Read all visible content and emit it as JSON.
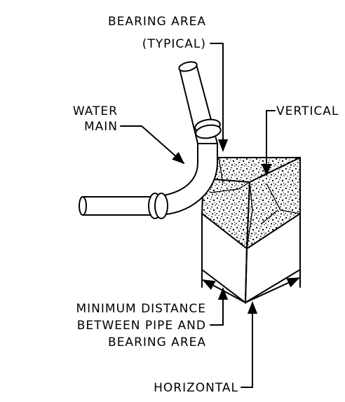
{
  "labels": {
    "bearing_area_1": "BEARING AREA",
    "bearing_area_2": "(TYPICAL)",
    "vertical": "VERTICAL",
    "water_main_1": "WATER",
    "water_main_2": "MAIN",
    "min_dist_1": "MINIMUM DISTANCE",
    "min_dist_2": "BETWEEN PIPE AND",
    "min_dist_3": "BEARING AREA",
    "horizontal": "HORIZONTAL"
  },
  "colors": {
    "ink": "#000000",
    "paper": "#ffffff"
  }
}
